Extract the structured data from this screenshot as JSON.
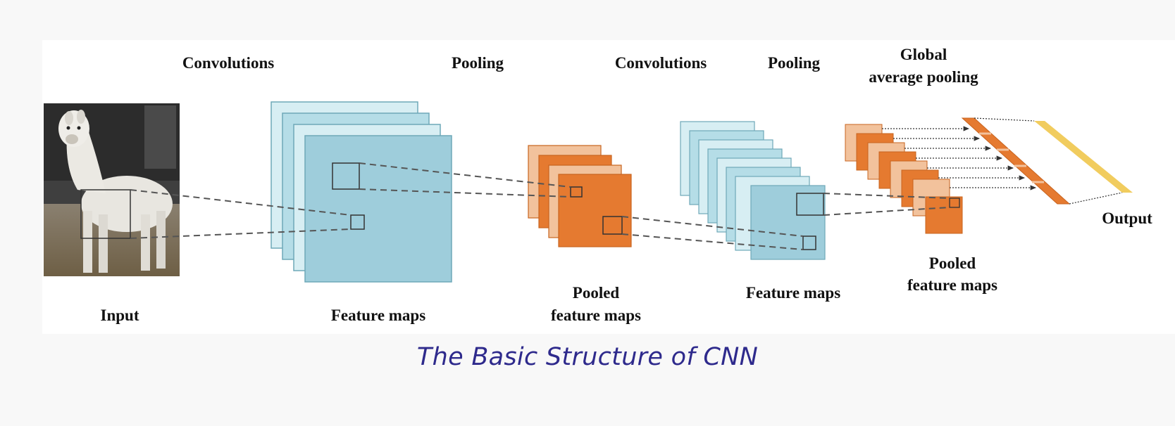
{
  "diagram": {
    "labels": {
      "convolutions_1": "Convolutions",
      "pooling_1": "Pooling",
      "convolutions_2": "Convolutions",
      "pooling_2": "Pooling",
      "global_line1": "Global",
      "global_line2": "average pooling",
      "input": "Input",
      "feature_maps_1": "Feature maps",
      "pooled_1_line1": "Pooled",
      "pooled_1_line2": "feature maps",
      "feature_maps_2": "Feature maps",
      "pooled_2_line1": "Pooled",
      "pooled_2_line2": "feature maps",
      "output": "Output"
    },
    "colors": {
      "blue_light": "#d7eef3",
      "blue_mid": "#b5dde7",
      "blue_dark": "#9ecddb",
      "blue_edge": "#6ea8b8",
      "orange_light": "#f2c29c",
      "orange": "#e57a30",
      "orange_edge": "#c8641f",
      "yellow": "#f1cc5e"
    }
  },
  "caption": "The Basic Structure of CNN"
}
